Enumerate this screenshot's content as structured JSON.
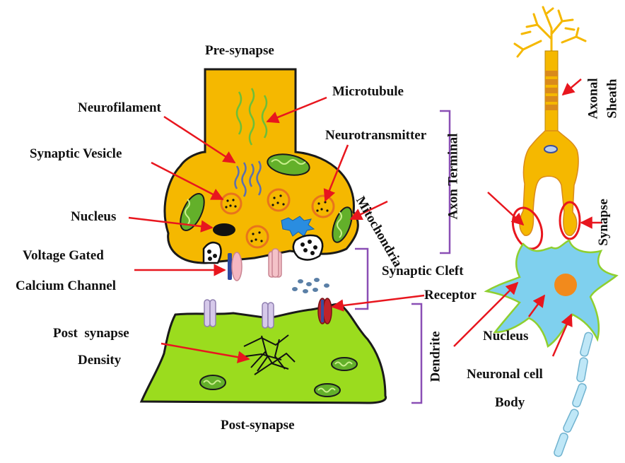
{
  "labels": {
    "pre_synapse": "Pre-synapse",
    "microtubule": "Microtubule",
    "neurofilament": "Neurofilament",
    "neurotransmitter": "Neurotransmitter",
    "synaptic_vesicle": "Synaptic Vesicle",
    "mitochondria": "Mitochondria",
    "axon_terminal": "Axon Terminal",
    "nucleus_left": "Nucleus",
    "vgcc_line1": "Voltage Gated",
    "vgcc_line2": "Calcium Channel",
    "synaptic_cleft": "Synaptic Cleft",
    "receptor": "Receptor",
    "post_density_line1": "Post  synapse",
    "post_density_line2": "Density",
    "dendrite": "Dendrite",
    "post_synapse": "Post-synapse",
    "axonal_line1": "Axonal",
    "axonal_line2": "Sheath",
    "synapse": "Synapse",
    "nucleus_right": "Nucleus",
    "cell_body_line1": "Neuronal cell",
    "cell_body_line2": "Body"
  },
  "colors": {
    "presynapse_fill": "#f5b800",
    "postsynapse_fill": "#9bdc1e",
    "cell_body_fill": "#7fd0ee",
    "nucleus_orange": "#f28a1c",
    "arrow_red": "#e8161e",
    "bracket_purple": "#8a4fb5",
    "mitochondria_green": "#63b02a"
  }
}
